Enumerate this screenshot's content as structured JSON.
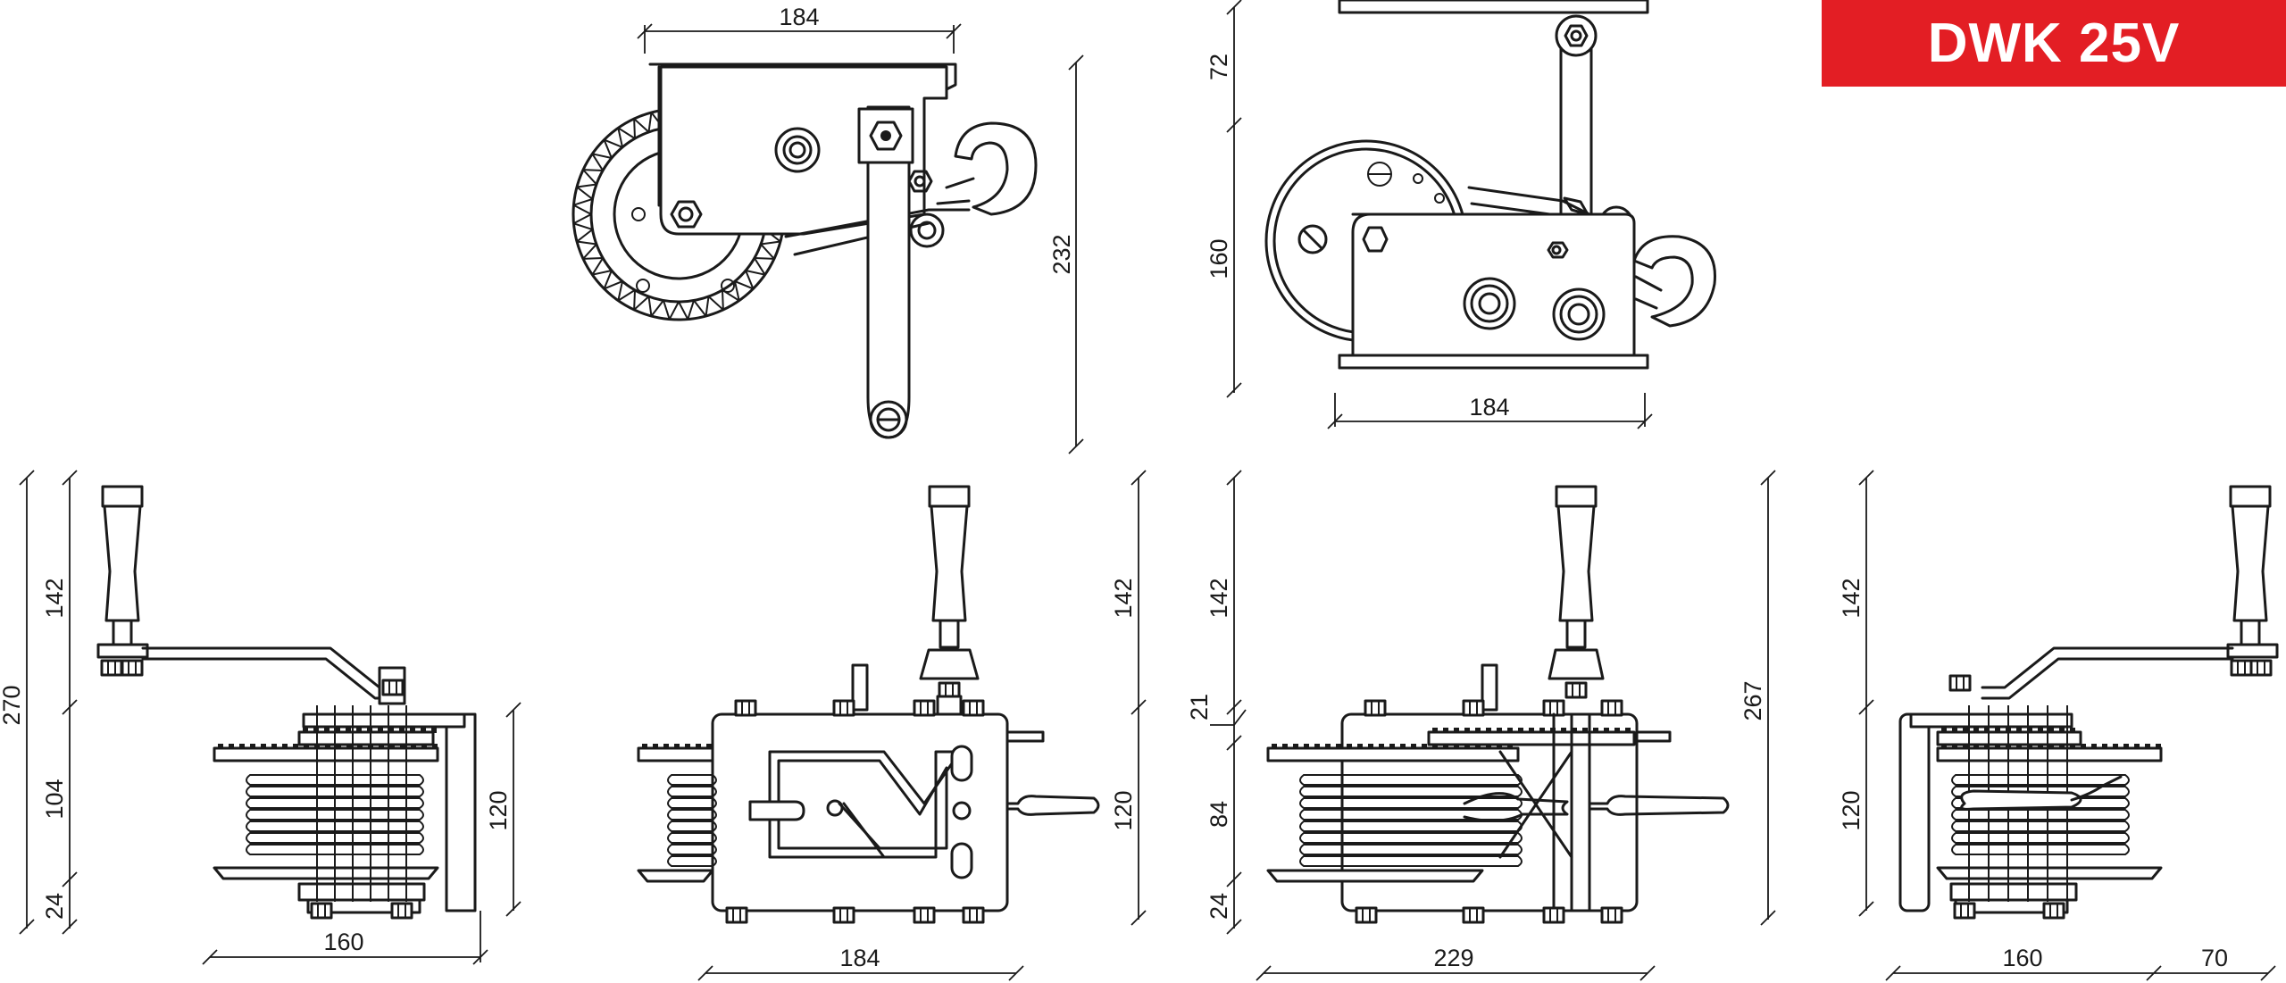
{
  "title": "DWK 25V",
  "colors": {
    "badge": "#e31e24",
    "badge_text": "#ffffff",
    "line": "#1a1a1a"
  },
  "dimensions": {
    "top_left_view": {
      "width": "184",
      "height": "232"
    },
    "top_right_view": {
      "handle": "72",
      "body": "160",
      "width": "184"
    },
    "view1": {
      "total": "270",
      "handle": "142",
      "mid": "104",
      "base": "24",
      "drum": "120",
      "width": "160"
    },
    "view2": {
      "handle": "142",
      "drum": "120",
      "width": "184"
    },
    "view3": {
      "handle": "142",
      "small": "21",
      "mid": "84",
      "base": "24",
      "total": "267",
      "width": "229"
    },
    "view4": {
      "handle": "142",
      "drum": "120",
      "width": "160",
      "ext": "70"
    }
  }
}
